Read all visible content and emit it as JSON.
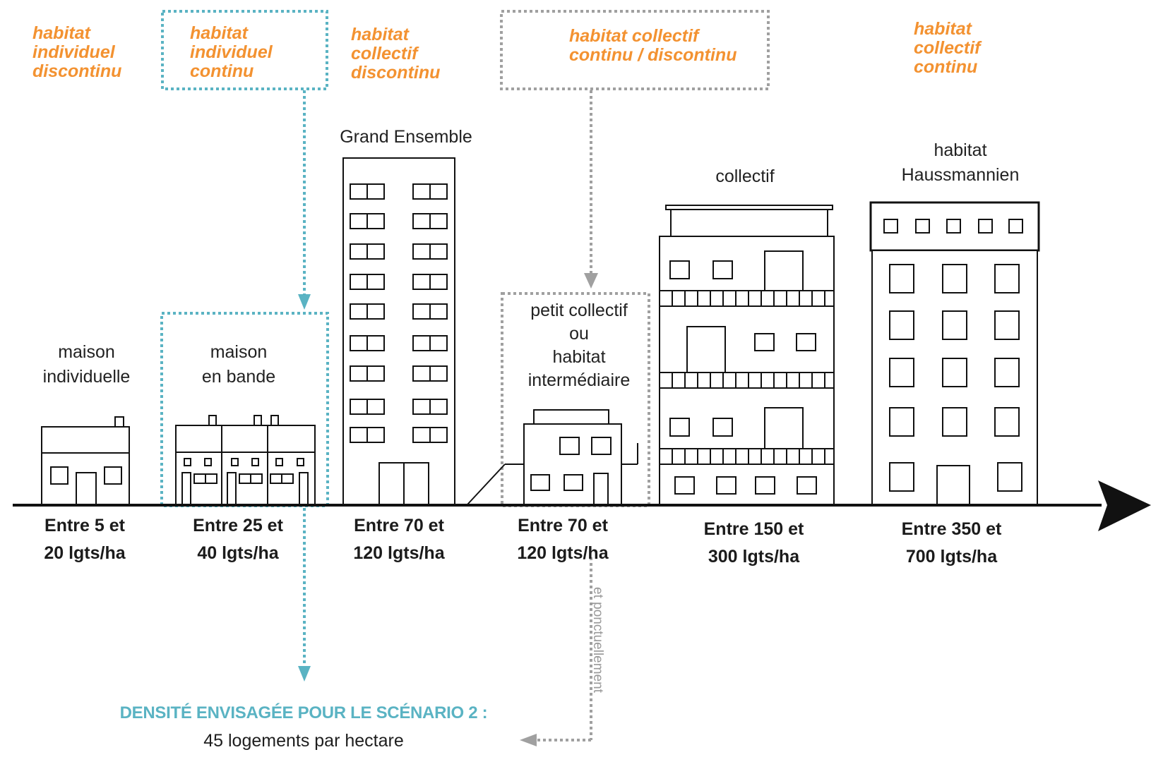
{
  "colors": {
    "category": "#f39231",
    "highlight": "#5ab3c3",
    "secondary": "#9a9a9a",
    "ink": "#111111"
  },
  "categories": [
    {
      "id": "ind-disc",
      "lines": [
        "habitat",
        "individuel",
        "discontinu"
      ],
      "highlighted": false
    },
    {
      "id": "ind-cont",
      "lines": [
        "habitat",
        "individuel",
        "continu"
      ],
      "highlighted": true
    },
    {
      "id": "col-disc",
      "lines": [
        "habitat",
        "collectif",
        "discontinu"
      ],
      "highlighted": false
    },
    {
      "id": "col-mix",
      "lines": [
        "habitat collectif",
        "continu / discontinu"
      ],
      "highlighted": false
    },
    {
      "id": "col-cont",
      "lines": [
        "habitat",
        "collectif",
        "continu"
      ],
      "highlighted": false
    }
  ],
  "buildings": [
    {
      "id": "maison",
      "lines": [
        "maison",
        "individuelle"
      ],
      "icon": "house-icon"
    },
    {
      "id": "bande",
      "lines": [
        "maison",
        "en bande"
      ],
      "icon": "row-houses-icon"
    },
    {
      "id": "grand",
      "lines": [
        "Grand Ensemble"
      ],
      "icon": "tower-block-icon"
    },
    {
      "id": "petit",
      "lines": [
        "petit collectif",
        "ou",
        "habitat",
        "intermédiaire"
      ],
      "icon": "small-apartment-icon"
    },
    {
      "id": "collectif",
      "lines": [
        "collectif"
      ],
      "icon": "apartment-building-icon"
    },
    {
      "id": "hauss",
      "lines": [
        "habitat",
        "Haussmannien"
      ],
      "icon": "haussmann-building-icon"
    }
  ],
  "densities": [
    {
      "lines": [
        "Entre 5 et",
        "20 lgts/ha"
      ],
      "min": 5,
      "max": 20
    },
    {
      "lines": [
        "Entre 25 et",
        "40 lgts/ha"
      ],
      "min": 25,
      "max": 40
    },
    {
      "lines": [
        "Entre 70 et",
        "120 lgts/ha"
      ],
      "min": 70,
      "max": 120
    },
    {
      "lines": [
        "Entre 70 et",
        "120 lgts/ha"
      ],
      "min": 70,
      "max": 120
    },
    {
      "lines": [
        "Entre 150 et",
        "300 lgts/ha"
      ],
      "min": 150,
      "max": 300
    },
    {
      "lines": [
        "Entre 350 et",
        "700 lgts/ha"
      ],
      "min": 350,
      "max": 700
    }
  ],
  "side_note": "et ponctuellement",
  "scenario": {
    "title": "DENSITÉ ENVISAGÉE POUR LE SCÉNARIO 2 :",
    "value": "45 logements par hectare"
  }
}
